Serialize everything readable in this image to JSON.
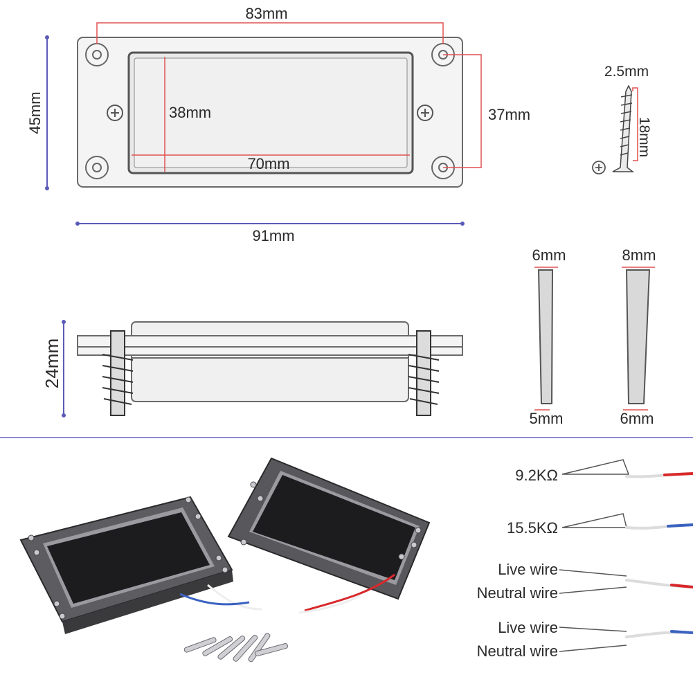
{
  "diagram": {
    "top_view": {
      "hole_spacing": "83mm",
      "outer_height": "45mm",
      "inner_height": "38mm",
      "inner_width": "70mm",
      "hole_vertical_spacing": "37mm",
      "outer_width": "91mm"
    },
    "screw": {
      "diameter": "2.5mm",
      "length": "18mm"
    },
    "side_view": {
      "height": "24mm"
    },
    "profiles": [
      {
        "top": "6mm",
        "bottom": "5mm"
      },
      {
        "top": "8mm",
        "bottom": "6mm"
      }
    ]
  },
  "wiring": {
    "labels": [
      "9.2KΩ",
      "15.5KΩ",
      "Live wire",
      "Neutral wire",
      "Live wire",
      "Neutral wire"
    ]
  },
  "colors": {
    "dimension_red": "#e05050",
    "dimension_blue": "#5a5ab8",
    "divider": "#8a8ad0",
    "pickup_frame": "#6d6d70",
    "pickup_cover": "#1c1c1e",
    "wire_red": "#d8282a",
    "wire_blue": "#3a62c0"
  }
}
